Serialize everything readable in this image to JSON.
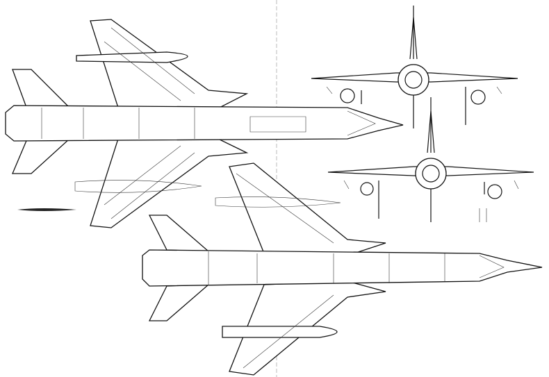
{
  "drawing": {
    "ink_color": "#111111",
    "background_color": "#ffffff",
    "views": [
      "plan-view-upper",
      "plan-view-lower",
      "front-view-upper",
      "front-view-lower"
    ]
  }
}
